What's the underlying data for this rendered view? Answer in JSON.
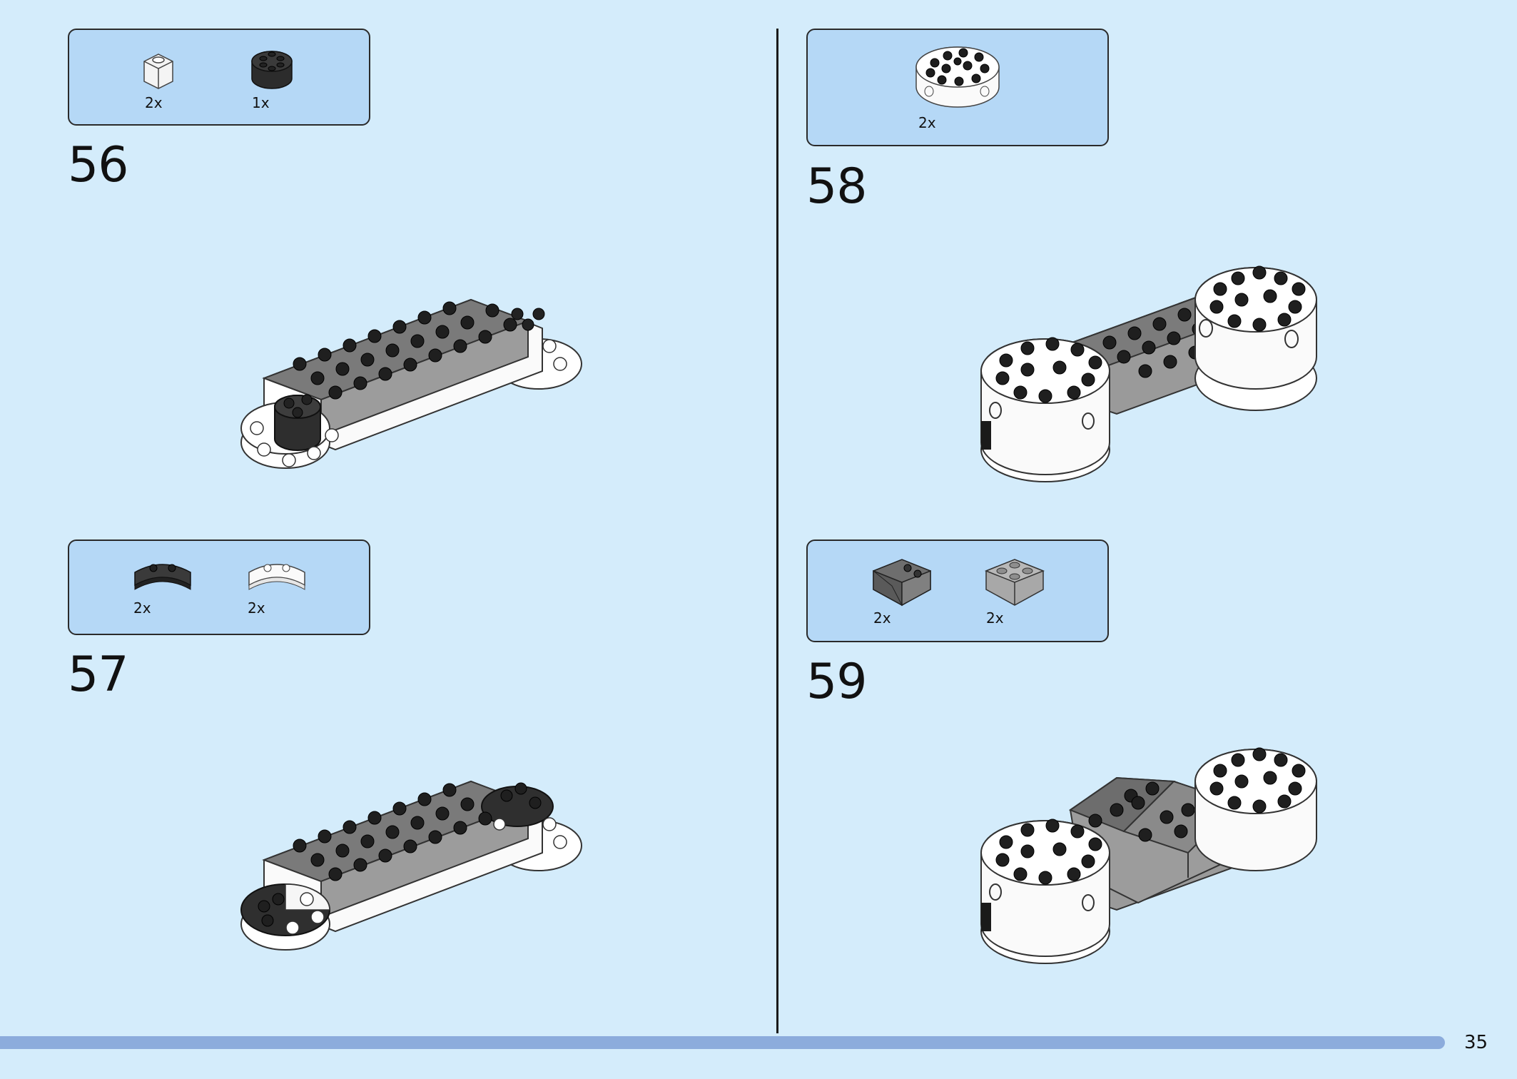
{
  "page": {
    "number": "35"
  },
  "steps": [
    {
      "number": "56",
      "parts": [
        {
          "qty": "2x",
          "icon": "white-brick-1x1-icon"
        },
        {
          "qty": "1x",
          "icon": "black-round-brick-icon"
        }
      ]
    },
    {
      "number": "57",
      "parts": [
        {
          "qty": "2x",
          "icon": "black-curved-plate-icon"
        },
        {
          "qty": "2x",
          "icon": "white-curved-plate-icon"
        }
      ]
    },
    {
      "number": "58",
      "parts": [
        {
          "qty": "2x",
          "icon": "white-round-brick-icon"
        }
      ]
    },
    {
      "number": "59",
      "parts": [
        {
          "qty": "2x",
          "icon": "dark-gray-slope-brick-icon"
        },
        {
          "qty": "2x",
          "icon": "light-gray-brick-2x2-icon"
        }
      ]
    }
  ],
  "colors": {
    "background": "#d4ecfb",
    "parts_box": "#b5d8f6",
    "bar": "#8cacdc"
  }
}
